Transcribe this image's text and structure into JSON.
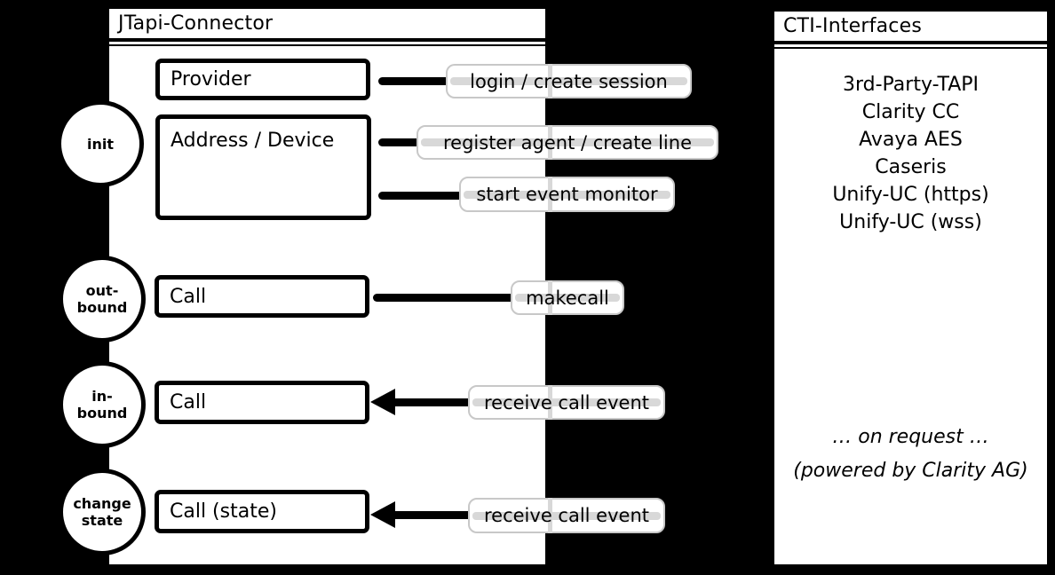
{
  "diagram": {
    "left_panel": {
      "title": "JTapi-Connector",
      "boxes": {
        "provider": "Provider",
        "address_device": "Address / Device",
        "call_outbound": "Call",
        "call_inbound": "Call",
        "call_state": "Call (state)"
      },
      "stages": {
        "init": {
          "line1": "init",
          "line2": ""
        },
        "outbound": {
          "line1": "out-",
          "line2": "bound"
        },
        "inbound": {
          "line1": "in-",
          "line2": "bound"
        },
        "change_state": {
          "line1": "change",
          "line2": "state"
        }
      }
    },
    "connectors": {
      "login": "login / create session",
      "register": "register agent / create line",
      "monitor": "start event monitor",
      "makecall": "makecall",
      "receive_inbound": "receive call event",
      "receive_state": "receive call event"
    },
    "right_panel": {
      "title": "CTI-Interfaces",
      "interfaces": [
        "3rd-Party-TAPI",
        "Clarity CC",
        "Avaya AES",
        "Caseris",
        "Unify-UC (https)",
        "Unify-UC (wss)"
      ],
      "note": "… on request …",
      "powered_by": "(powered by Clarity AG)"
    },
    "colors": {
      "background": "#000000",
      "panel_fill": "#ffffff",
      "stroke": "#000000",
      "label_border": "#c8c8c8",
      "label_line_tint": "#d8d8d8"
    }
  }
}
